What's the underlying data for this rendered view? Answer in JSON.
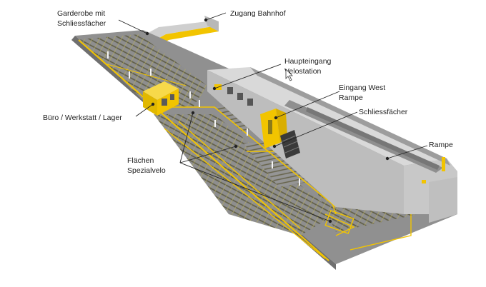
{
  "labels": {
    "garderobe_line1": "Garderobe mit",
    "garderobe_line2": "Schliessfächer",
    "zugang": "Zugang Bahnhof",
    "haupteingang_line1": "Haupteingang",
    "haupteingang_line2": "Velostation",
    "eingang_west_line1": "Eingang West",
    "eingang_west_line2": "Rampe",
    "schliessfaecher": "Schliessfächer",
    "buero": "Büro / Werkstatt / Lager",
    "flaechen_line1": "Flächen",
    "flaechen_line2": "Spezialvelo",
    "rampe": "Rampe"
  },
  "colors": {
    "floor": "#8f8f8f",
    "floor_dark": "#7a7a7a",
    "accent_yellow": "#f2c400",
    "wall_light": "#d6d6d6",
    "wall_dark": "#a8a8a8",
    "rack": "#6c6a4e",
    "leader": "#222222"
  }
}
